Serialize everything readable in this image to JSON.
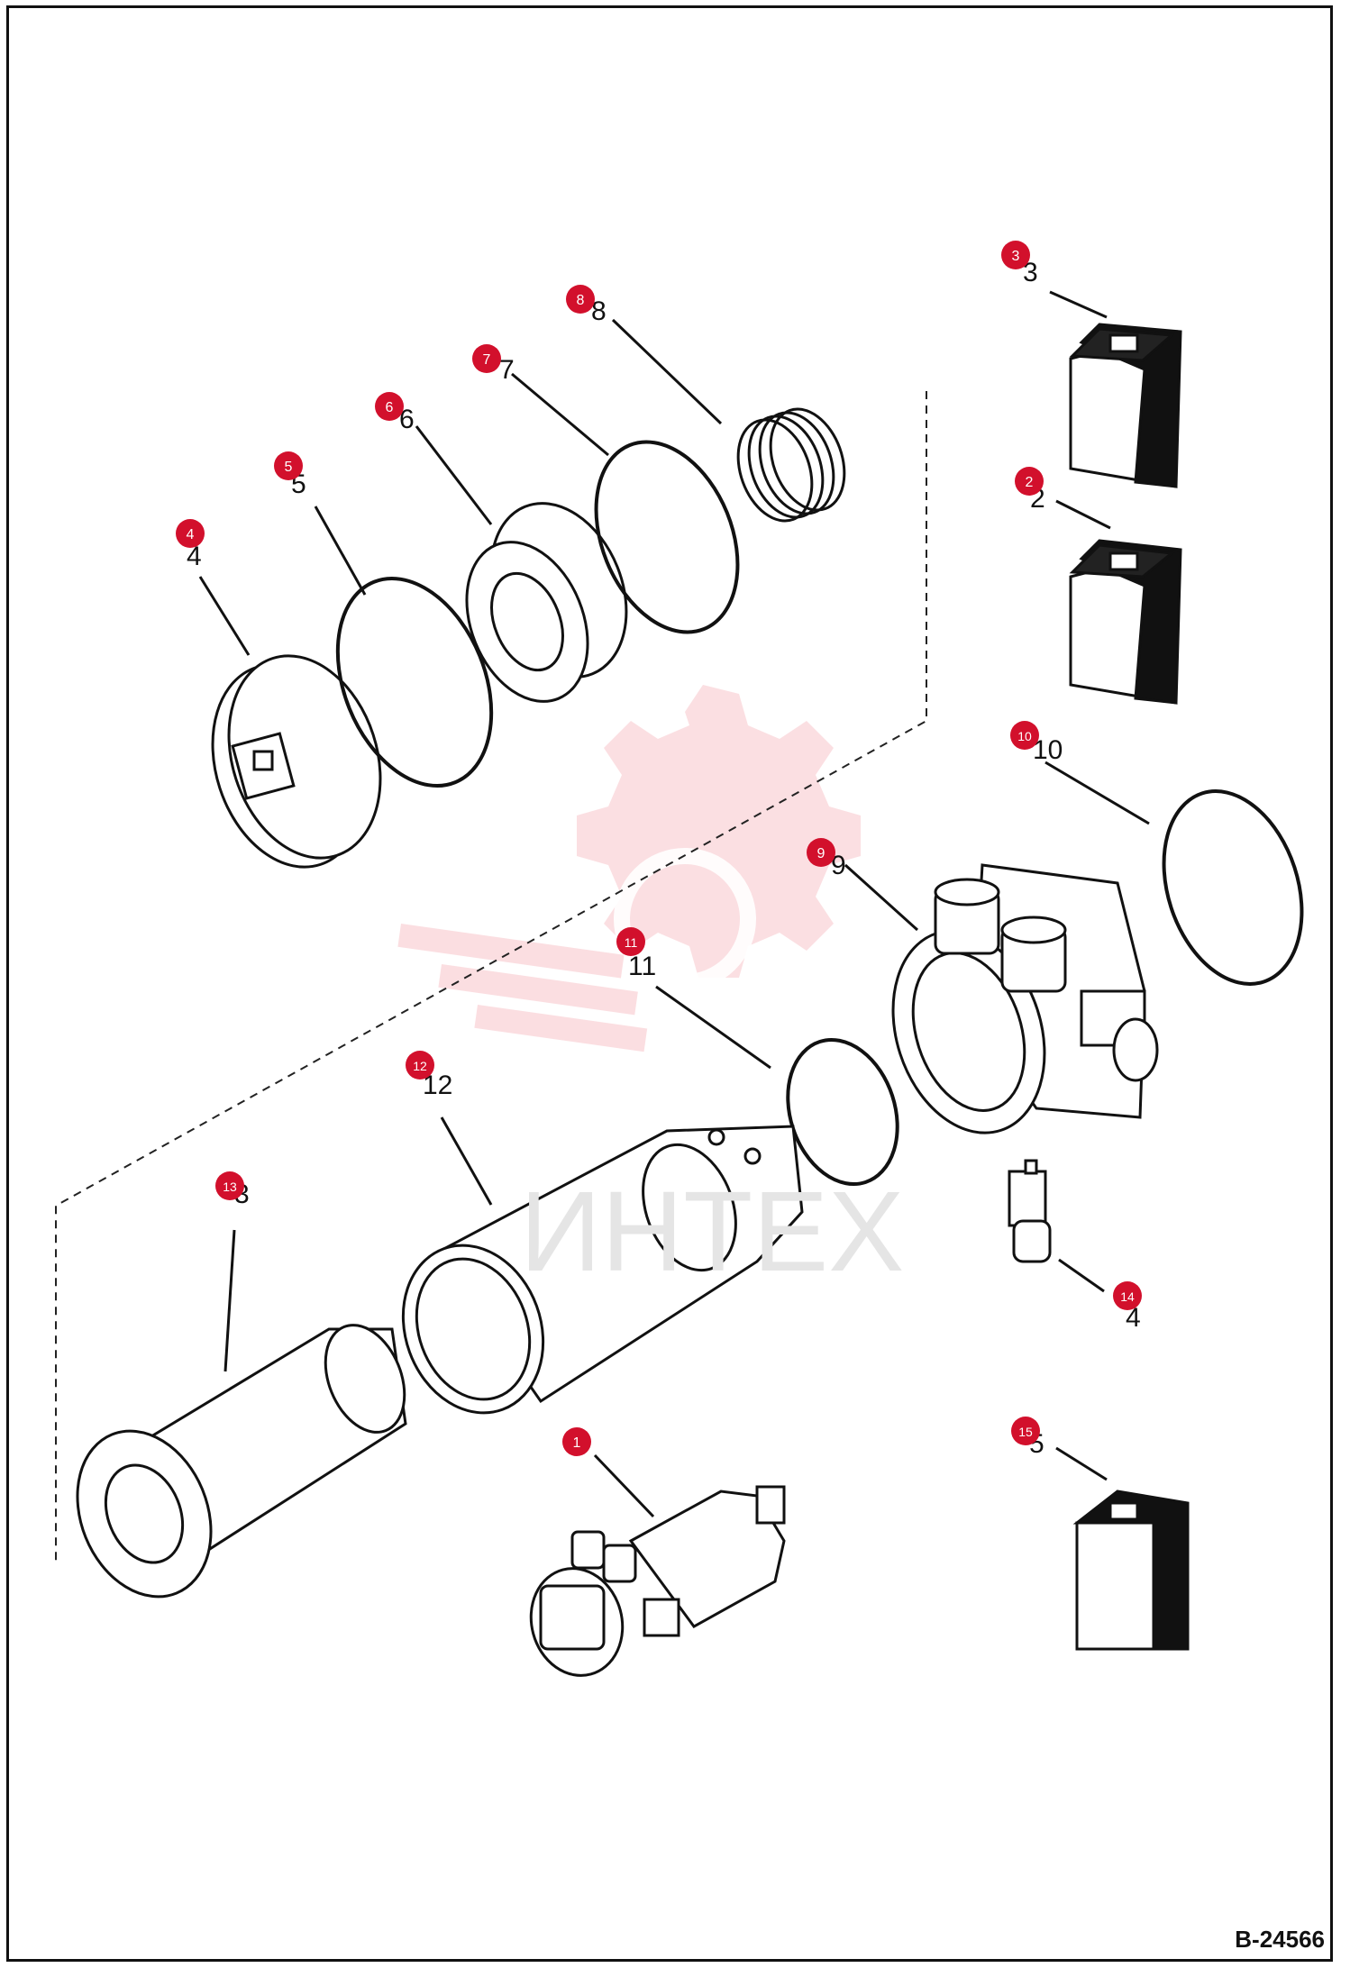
{
  "drawing_number": "B-24566",
  "watermark": {
    "text": "ИНТЕХ",
    "color": "#e73a4a"
  },
  "callout_color": "#d2102c",
  "callouts": [
    {
      "id": "1",
      "number": "1"
    },
    {
      "id": "2",
      "number": "2"
    },
    {
      "id": "3",
      "number": "3"
    },
    {
      "id": "4",
      "number": "4"
    },
    {
      "id": "5",
      "number": "5"
    },
    {
      "id": "6",
      "number": "6"
    },
    {
      "id": "7",
      "number": "7"
    },
    {
      "id": "8",
      "number": "8"
    },
    {
      "id": "9",
      "number": "9"
    },
    {
      "id": "10",
      "number": "10"
    },
    {
      "id": "11",
      "number": "11"
    },
    {
      "id": "12",
      "number": "12"
    },
    {
      "id": "13",
      "number": "13"
    },
    {
      "id": "14",
      "number": "14"
    },
    {
      "id": "15",
      "number": "15"
    }
  ]
}
